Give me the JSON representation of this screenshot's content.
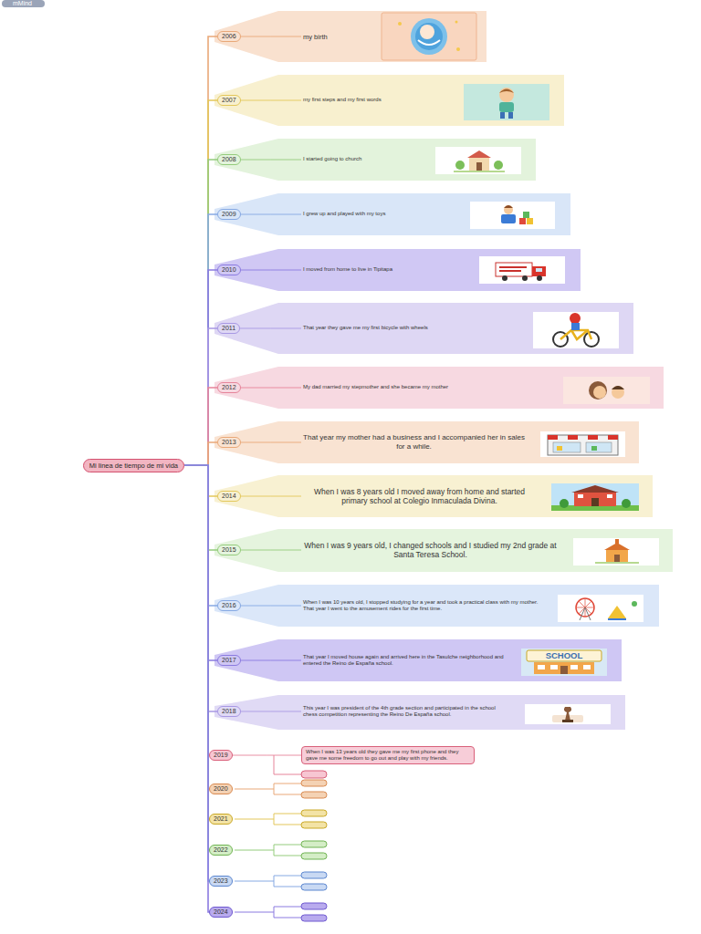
{
  "diagram": {
    "nodes": [
      {
        "text": [
          "Mi linea de tiempo de mi vida"
        ]
      },
      {
        "text": [
          "2006"
        ]
      },
      {
        "text": [
          "my birth"
        ]
      },
      {
        "text": [
          "2007"
        ]
      },
      {
        "text": [
          "my first steps and my first words"
        ]
      },
      {
        "text": [
          "2008"
        ]
      },
      {
        "text": [
          "I started going to church"
        ]
      },
      {
        "text": [
          "2009"
        ]
      },
      {
        "text": [
          "I grew up and played with my toys"
        ]
      },
      {
        "text": [
          "2010"
        ]
      },
      {
        "text": [
          "I moved from home to live in Tipitapa"
        ]
      },
      {
        "text": [
          "2011"
        ]
      },
      {
        "text": [
          "That year they gave me my first bicycle with wheels"
        ]
      },
      {
        "text": [
          "2012"
        ]
      },
      {
        "text": [
          "My dad married my stepmother and she became my mother"
        ]
      },
      {
        "text": [
          "2013"
        ]
      },
      {
        "text": [
          "That year my mother had a business and I accompanied her in sales for a while."
        ]
      },
      {
        "text": [
          "2014"
        ]
      },
      {
        "text": [
          "When I was 8 years old I moved away from home and started primary school at Colegio Inmaculada Divina."
        ]
      },
      {
        "text": [
          "2015"
        ]
      },
      {
        "text": [
          "When I was 9 years old, I changed schools and I studied my 2nd grade at Santa Teresa School."
        ]
      },
      {
        "text": [
          "2016"
        ]
      },
      {
        "text": [
          "When I was 10 years old, I stopped studying for a year and took a practical class with my mother. That year I went to the amusement rides for the first time."
        ]
      },
      {
        "text": [
          "2017"
        ]
      },
      {
        "text": [
          "That year I moved house again and arrived here in the Tasulche neighborhood and entered the Reino de España school."
        ]
      },
      {
        "text": [
          "2018"
        ]
      },
      {
        "text": [
          "This year I was president of the 4th grade section and participated in the school chess competition representing the Reino De España school."
        ]
      },
      {
        "text": [
          "2019"
        ]
      },
      {
        "text": [
          "When I was 13 years old they gave me my first phone and they gave me some freedom to go out and play with my friends."
        ]
      },
      {
        "text": [
          "2020"
        ]
      },
      {
        "text": [
          "2021"
        ]
      },
      {
        "text": [
          "2022"
        ]
      },
      {
        "text": [
          "2023"
        ]
      },
      {
        "text": [
          "2024"
        ]
      }
    ],
    "edges": [
      {
        "from": 0,
        "to": 1,
        "arrow": "none"
      },
      {
        "from": 0,
        "to": 3,
        "arrow": "none"
      },
      {
        "from": 0,
        "to": 5,
        "arrow": "none"
      },
      {
        "from": 0,
        "to": 7,
        "arrow": "none"
      },
      {
        "from": 0,
        "to": 9,
        "arrow": "none"
      },
      {
        "from": 0,
        "to": 11,
        "arrow": "none"
      },
      {
        "from": 0,
        "to": 13,
        "arrow": "none"
      },
      {
        "from": 0,
        "to": 15,
        "arrow": "none"
      },
      {
        "from": 0,
        "to": 17,
        "arrow": "none"
      },
      {
        "from": 0,
        "to": 19,
        "arrow": "none"
      },
      {
        "from": 0,
        "to": 21,
        "arrow": "none"
      },
      {
        "from": 0,
        "to": 23,
        "arrow": "none"
      },
      {
        "from": 0,
        "to": 25,
        "arrow": "none"
      },
      {
        "from": 0,
        "to": 27,
        "arrow": "none"
      },
      {
        "from": 0,
        "to": 29,
        "arrow": "none"
      },
      {
        "from": 0,
        "to": 30,
        "arrow": "none"
      },
      {
        "from": 0,
        "to": 31,
        "arrow": "none"
      },
      {
        "from": 0,
        "to": 32,
        "arrow": "none"
      },
      {
        "from": 0,
        "to": 33,
        "arrow": "none"
      },
      {
        "from": 1,
        "to": 2,
        "arrow": "none"
      },
      {
        "from": 3,
        "to": 4,
        "arrow": "none"
      },
      {
        "from": 5,
        "to": 6,
        "arrow": "none"
      },
      {
        "from": 7,
        "to": 8,
        "arrow": "none"
      },
      {
        "from": 9,
        "to": 10,
        "arrow": "none"
      },
      {
        "from": 11,
        "to": 12,
        "arrow": "none"
      },
      {
        "from": 13,
        "to": 14,
        "arrow": "none"
      },
      {
        "from": 15,
        "to": 16,
        "arrow": "none"
      },
      {
        "from": 17,
        "to": 18,
        "arrow": "none"
      },
      {
        "from": 19,
        "to": 20,
        "arrow": "none"
      },
      {
        "from": 21,
        "to": 22,
        "arrow": "none"
      },
      {
        "from": 23,
        "to": 24,
        "arrow": "none"
      },
      {
        "from": 25,
        "to": 26,
        "arrow": "none"
      },
      {
        "from": 27,
        "to": 28,
        "arrow": "none"
      }
    ],
    "labels": [
      "mMind",
      "SCHOOL"
    ]
  }
}
